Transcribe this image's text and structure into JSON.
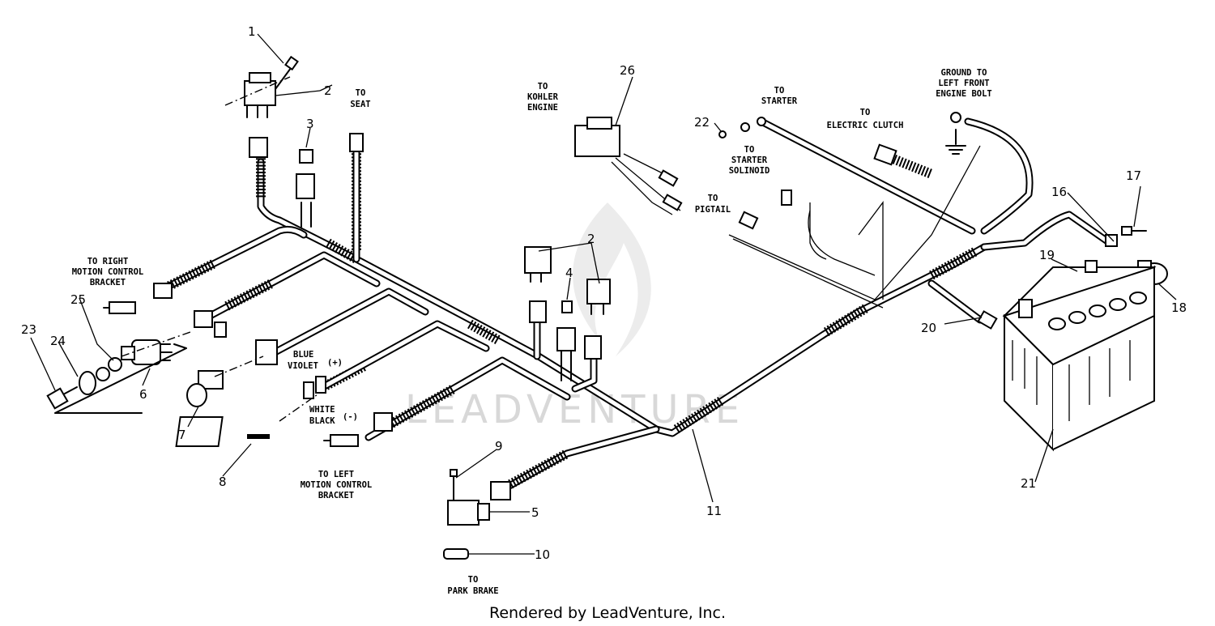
{
  "labels": {
    "to_seat": [
      "TO",
      "SEAT"
    ],
    "to_kohler": [
      "TO",
      "KOHLER",
      "ENGINE"
    ],
    "to_starter": [
      "TO",
      "STARTER"
    ],
    "to_clutch": [
      "TO",
      "ELECTRIC CLUTCH"
    ],
    "ground": [
      "GROUND TO",
      "LEFT FRONT",
      "ENGINE BOLT"
    ],
    "to_solenoid": [
      "TO",
      "STARTER",
      "SOLINOID"
    ],
    "to_pigtail": [
      "TO",
      "PIGTAIL"
    ],
    "to_right_motion": [
      "TO RIGHT",
      "MOTION CONTROL",
      "BRACKET"
    ],
    "to_left_motion": [
      "TO LEFT",
      "MOTION CONTROL",
      "BRACKET"
    ],
    "to_park_brake": [
      "TO",
      "PARK BRAKE"
    ],
    "blue": "BLUE",
    "violet": "VIOLET",
    "violet_sign": "(+)",
    "white": "WHITE",
    "black": "BLACK",
    "black_sign": "(-)"
  },
  "callouts": {
    "c1": "1",
    "c2a": "2",
    "c2b": "2",
    "c3": "3",
    "c4": "4",
    "c5": "5",
    "c6": "6",
    "c7": "7",
    "c8": "8",
    "c9": "9",
    "c10": "10",
    "c11": "11",
    "c16": "16",
    "c17": "17",
    "c18": "18",
    "c19": "19",
    "c20": "20",
    "c21": "21",
    "c22": "22",
    "c23": "23",
    "c24": "24",
    "c25": "25",
    "c26": "26"
  },
  "watermark": "LEADVENTURE",
  "footer": "Rendered by LeadVenture, Inc."
}
